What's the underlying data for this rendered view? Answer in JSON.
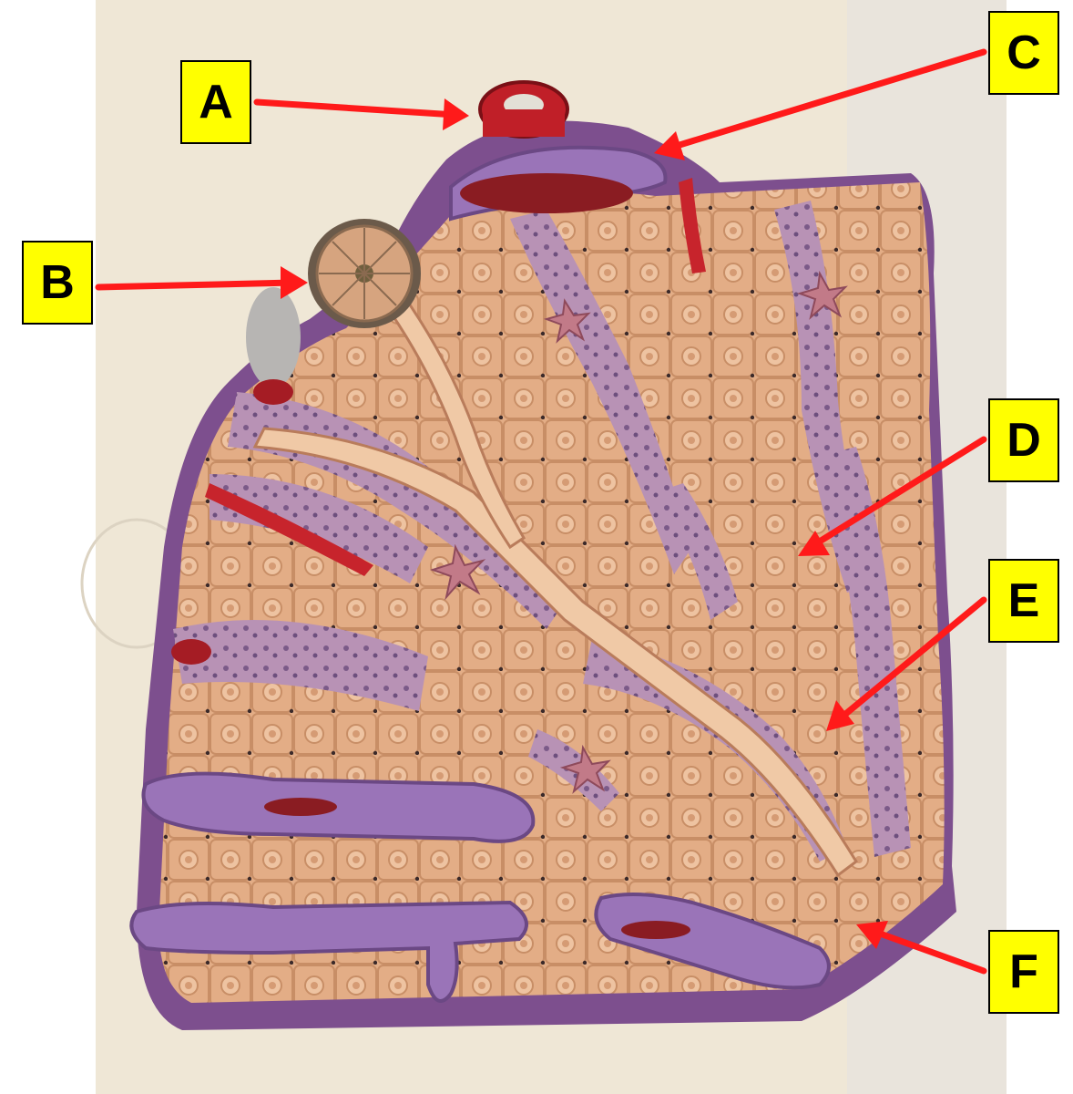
{
  "image": {
    "subject": "liver-lobule-model-photo",
    "colors": {
      "background_board": "#efe7d6",
      "hepatocyte_tan": "#e5b08a",
      "hepatocyte_shadow": "#c98f68",
      "sinusoid_purple": "#8f6aa2",
      "vein_purple": "#9a74b8",
      "vessel_red": "#b8202a",
      "arrow_red": "#ff1a1a",
      "label_yellow": "#ffff00"
    }
  },
  "labels": [
    {
      "id": "A",
      "text": "A"
    },
    {
      "id": "B",
      "text": "B"
    },
    {
      "id": "C",
      "text": "C"
    },
    {
      "id": "D",
      "text": "D"
    },
    {
      "id": "E",
      "text": "E"
    },
    {
      "id": "F",
      "text": "F"
    }
  ]
}
